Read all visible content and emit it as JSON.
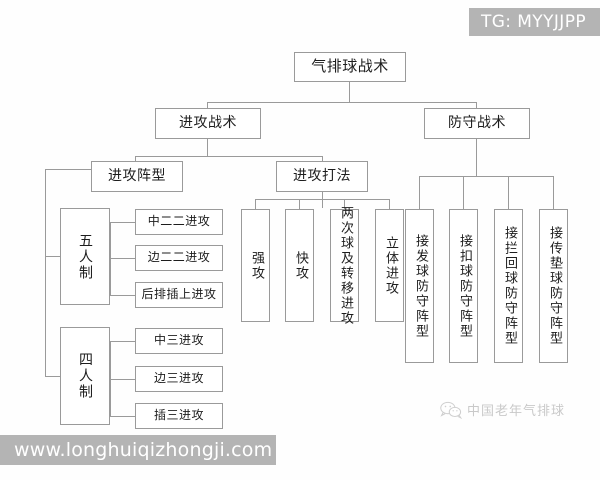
{
  "diagram": {
    "title": "气排球战术",
    "root": {
      "label": "气排球战术"
    },
    "level2": {
      "offense": {
        "label": "进攻战术"
      },
      "defense": {
        "label": "防守战术"
      }
    },
    "level3": {
      "formation": {
        "label": "进攻阵型"
      },
      "playstyle": {
        "label": "进攻打法"
      }
    },
    "systems": [
      {
        "label": "五人制"
      },
      {
        "label": "四人制"
      }
    ],
    "five_person_attacks": [
      {
        "label": "中二二进攻"
      },
      {
        "label": "边二二进攻"
      },
      {
        "label": "后排插上进攻"
      }
    ],
    "four_person_attacks": [
      {
        "label": "中三进攻"
      },
      {
        "label": "边三进攻"
      },
      {
        "label": "插三进攻"
      }
    ],
    "playstyles": [
      {
        "label": "强攻"
      },
      {
        "label": "快攻"
      },
      {
        "label": "两次球及转移进攻"
      },
      {
        "label": "立体进攻"
      }
    ],
    "defense_formations": [
      {
        "label": "接发球防守阵型"
      },
      {
        "label": "接扣球防守阵型"
      },
      {
        "label": "接拦回球防守阵型"
      },
      {
        "label": "接传垫球防守阵型"
      }
    ]
  },
  "watermarks": {
    "tg_tag": "TG: MYYJJPP",
    "url": "www.longhuiqizhongji.com",
    "brand_text": "中国老年气排球",
    "brand_icon": "wechat-icon",
    "band_color": "#b4b4b4",
    "line_color": "#9a9a9a"
  }
}
